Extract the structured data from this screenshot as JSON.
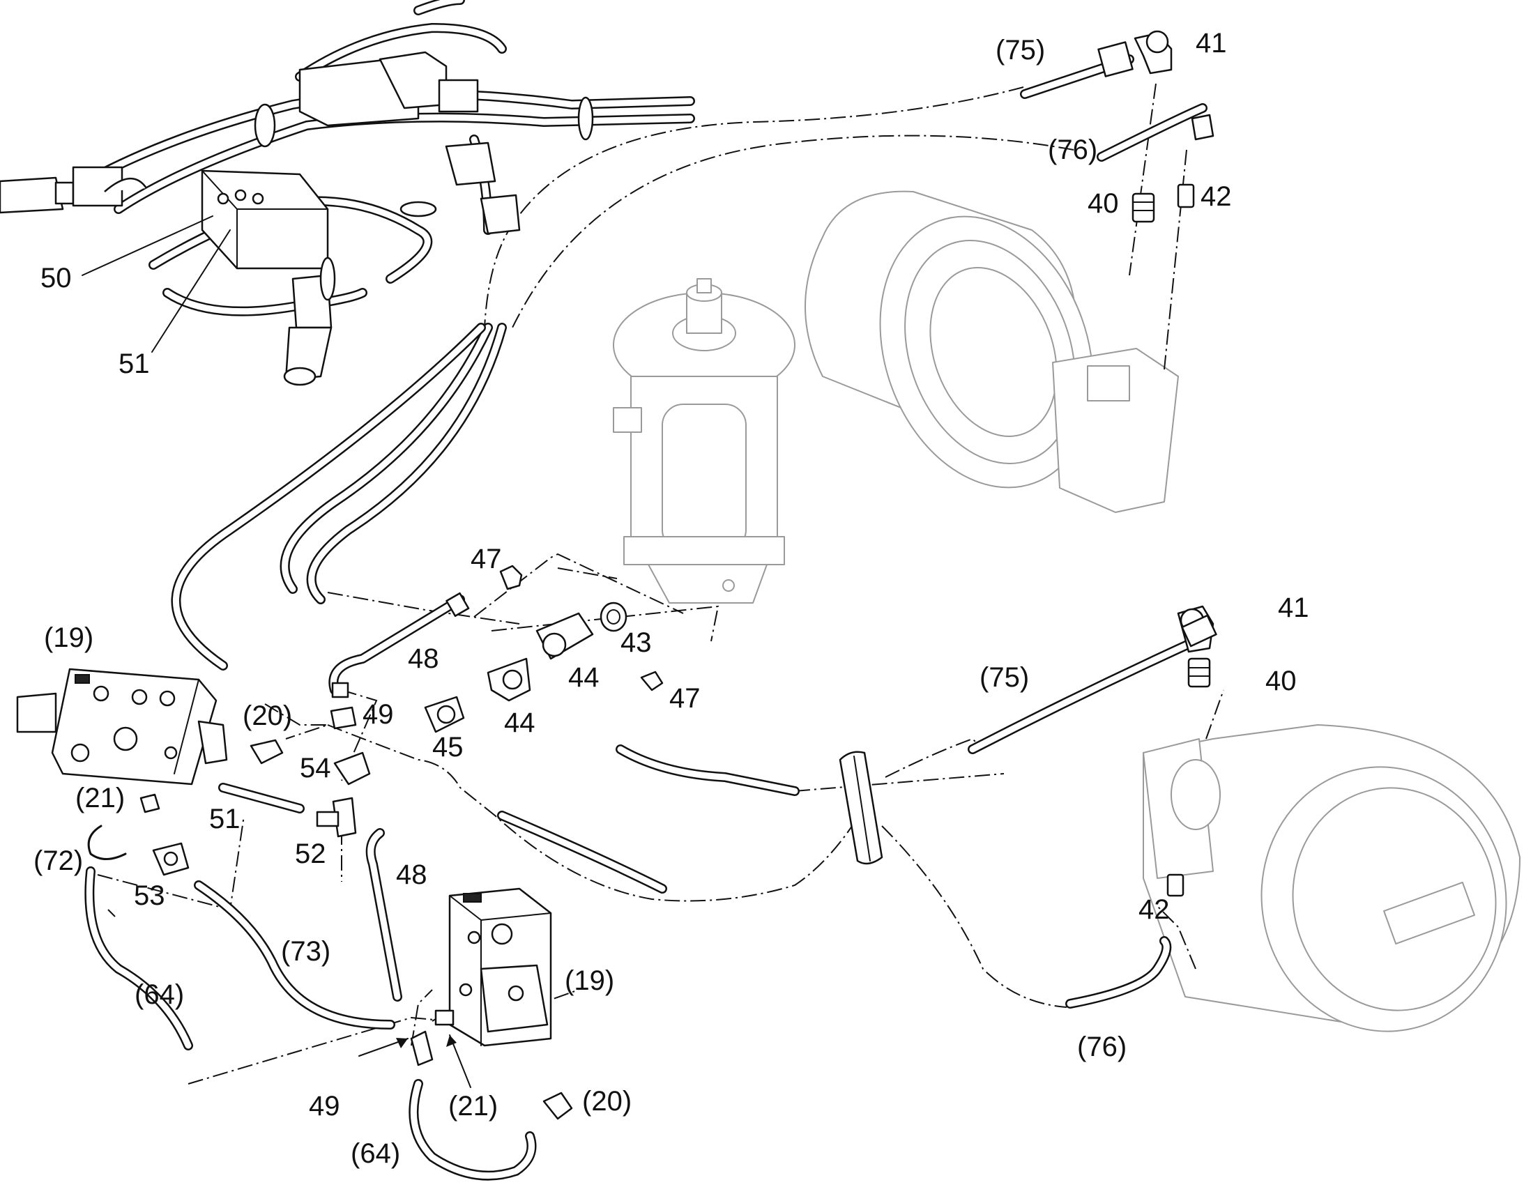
{
  "callouts": {
    "c_75_top": "(75)",
    "c_41_top": "41",
    "c_76_top": "(76)",
    "c_40_top": "40",
    "c_42_top": "42",
    "c_50": "50",
    "c_51_top": "51",
    "c_47_top": "47",
    "c_43": "43",
    "c_48_top": "48",
    "c_44_a": "44",
    "c_44_b": "44",
    "c_49_mid": "49",
    "c_47_mid": "47",
    "c_45": "45",
    "c_19_left": "(19)",
    "c_20_left": "(20)",
    "c_54": "54",
    "c_21_left": "(21)",
    "c_51_mid": "51",
    "c_52": "52",
    "c_72": "(72)",
    "c_53": "53",
    "c_48_low": "48",
    "c_73": "(73)",
    "c_64_left": "(64)",
    "c_19_low": "(19)",
    "c_49_low": "49",
    "c_21_low": "(21)",
    "c_20_low": "(20)",
    "c_64_low": "(64)",
    "c_41_right": "41",
    "c_40_right": "40",
    "c_75_right": "(75)",
    "c_42_right": "42",
    "c_76_right": "(76)"
  }
}
